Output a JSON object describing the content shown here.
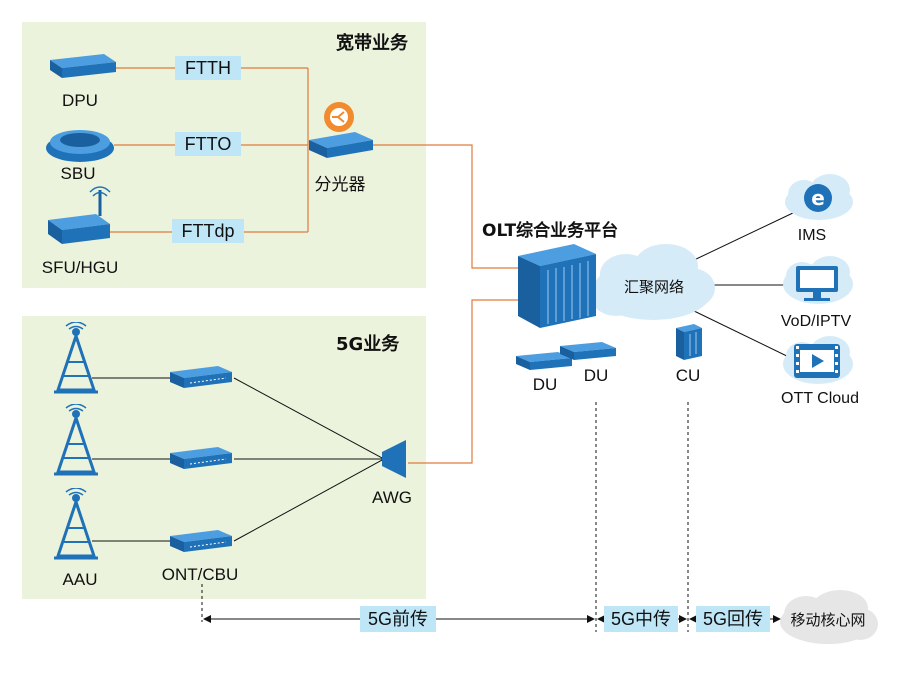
{
  "broadband": {
    "title": "宽带业务",
    "devices": {
      "dpu": "DPU",
      "sbu": "SBU",
      "sfu": "SFU/HGU",
      "splitter": "分光器"
    },
    "links": {
      "ftth": "FTTH",
      "ftto": "FTTO",
      "fttdp": "FTTdp"
    }
  },
  "fiveg": {
    "title": "5G业务",
    "aau": "AAU",
    "ont": "ONT/CBU",
    "awg": "AWG"
  },
  "olt": {
    "title": "OLT综合业务平台",
    "du1": "DU",
    "du2": "DU",
    "cu": "CU",
    "aggregation": "汇聚网络"
  },
  "services": {
    "ims": "IMS",
    "vod": "VoD/IPTV",
    "ott": "OTT Cloud"
  },
  "transport": {
    "fronthaul": "5G前传",
    "midhaul": "5G中传",
    "backhaul": "5G回传",
    "core": "移动核心网"
  },
  "colors": {
    "panel": "#ebf3dc",
    "tag": "#bfe6f7",
    "fiber": "#e07a3c",
    "device": "#1f72b8"
  }
}
